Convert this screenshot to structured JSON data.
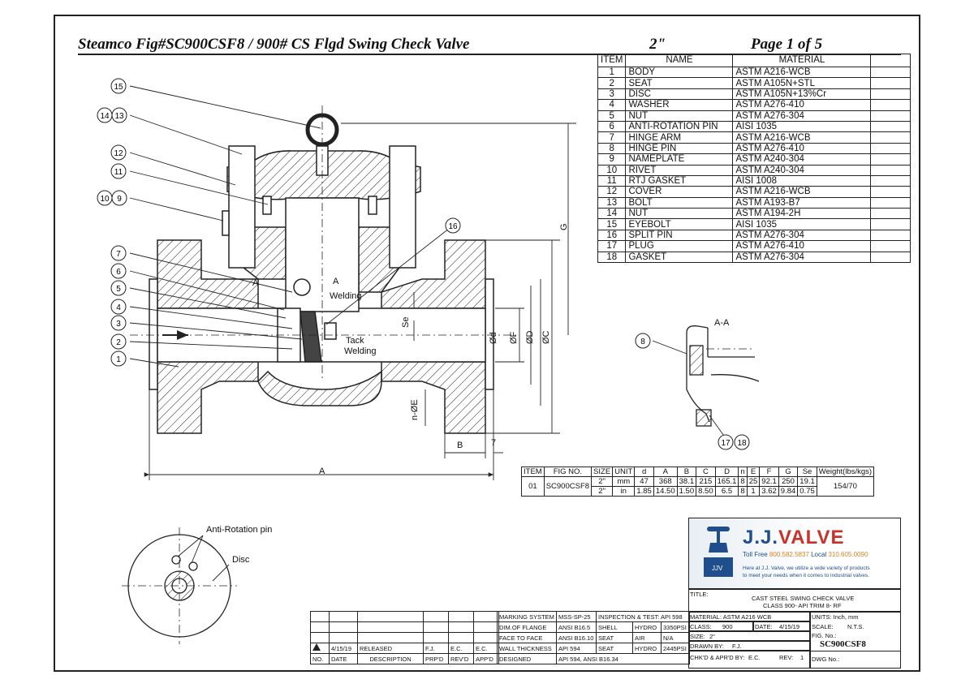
{
  "header": {
    "title": "Steamco Fig#SC900CSF8 / 900# CS Flgd Swing Check Valve",
    "size": "2\"",
    "page": "Page 1 of 5"
  },
  "parts_table": {
    "headers": [
      "ITEM",
      "NAME",
      "MATERIAL"
    ],
    "rows": [
      [
        "1",
        "BODY",
        "ASTM A216-WCB"
      ],
      [
        "2",
        "SEAT",
        "ASTM A105N+STL"
      ],
      [
        "3",
        "DISC",
        "ASTM A105N+13%Cr"
      ],
      [
        "4",
        "WASHER",
        "ASTM A276-410"
      ],
      [
        "5",
        "NUT",
        "ASTM A276-304"
      ],
      [
        "6",
        "ANTI-ROTATION PIN",
        "AISI 1035"
      ],
      [
        "7",
        "HINGE ARM",
        "ASTM A216-WCB"
      ],
      [
        "8",
        "HINGE PIN",
        "ASTM A276-410"
      ],
      [
        "9",
        "NAMEPLATE",
        "ASTM A240-304"
      ],
      [
        "10",
        "RIVET",
        "ASTM A240-304"
      ],
      [
        "11",
        "RTJ GASKET",
        "AISI 1008"
      ],
      [
        "12",
        "COVER",
        "ASTM A216-WCB"
      ],
      [
        "13",
        "BOLT",
        "ASTM A193-B7"
      ],
      [
        "14",
        "NUT",
        "ASTM A194-2H"
      ],
      [
        "15",
        "EYEBOLT",
        "AISI 1035"
      ],
      [
        "16",
        "SPLIT PIN",
        "ASTM A276-304"
      ],
      [
        "17",
        "PLUG",
        "ASTM A276-410"
      ],
      [
        "18",
        "GASKET",
        "ASTM A276-304"
      ]
    ]
  },
  "balloons": {
    "b1": "1",
    "b2": "2",
    "b3": "3",
    "b4": "4",
    "b5": "5",
    "b6": "6",
    "b7": "7",
    "b8": "8",
    "b9": "9",
    "b10": "10",
    "b11": "11",
    "b12": "12",
    "b13": "13",
    "b14": "14",
    "b15": "15",
    "b16": "16",
    "b17": "17",
    "b18": "18"
  },
  "drawing_labels": {
    "a_left": "A",
    "a_top": "A",
    "welding": "Welding",
    "tack": "Tack",
    "tack_welding": "Welding",
    "section": "A-A",
    "dim_d": "Ød",
    "dim_f": "ØF",
    "dim_D": "ØD",
    "dim_C": "ØC",
    "dim_G": "G",
    "dim_se": "Se",
    "dim_ne": "n-ØE",
    "dim_b": "B",
    "dim_7": "7",
    "dim_A": "A",
    "anti_rotation": "Anti-Rotation pin",
    "disc": "Disc"
  },
  "dims_table": {
    "headers": [
      "ITEM",
      "FIG NO.",
      "SIZE",
      "UNIT",
      "d",
      "A",
      "B",
      "C",
      "D",
      "n",
      "E",
      "F",
      "G",
      "Se",
      "Weight(lbs/kgs)"
    ],
    "item": "01",
    "fig": "SC900CSF8",
    "weight": "154/70",
    "rows": [
      [
        "2\"",
        "mm",
        "47",
        "368",
        "38.1",
        "215",
        "165.1",
        "8",
        "25",
        "92.1",
        "250",
        "19.1"
      ],
      [
        "2\"",
        "in",
        "1.85",
        "14.50",
        "1.50",
        "8.50",
        "6.5",
        "8",
        "1",
        "3.62",
        "9.84",
        "0.75"
      ]
    ]
  },
  "logo": {
    "brand_a": "J.J.",
    "brand_b": "VALVE",
    "phone_label": "Toll Free",
    "phone_1": "800.582.5837",
    "local_label": "Local",
    "phone_2": "310.605.0090",
    "tag_1": "Here at J.J. Valve, we utilize a wide variety of products",
    "tag_2": "to meet your needs when it comes to industrial valves."
  },
  "title_block": {
    "title_label": "TITLE:",
    "title_1": "CAST STEEL SWING CHECK VALVE",
    "title_2": "CLASS 900- API TRIM 8- RF",
    "material": "MATERIAL:  ASTM A216 WCB",
    "units": "UNITS:  Inch, mm",
    "class_label": "CLASS:",
    "class_val": "900",
    "date_label": "DATE:",
    "date_val": "4/15/19",
    "scale_label": "SCALE:",
    "scale_val": "N.T.S.",
    "size_label": "SIZE:",
    "size_val": "2\"",
    "fig_label": "FIG. No.:",
    "drawn_label": "DRAWN BY:",
    "drawn_val": "F.J.",
    "fig_val": "SC900CSF8",
    "chkd_label": "CHK'D & APR'D BY:",
    "chkd_val": "E.C.",
    "rev_label": "REV:",
    "rev_val": "1",
    "dwg_label": "DWG No.:"
  },
  "spec_table": [
    [
      "MARKING SYSTEM",
      "MSS-SP-25",
      "INSPECTION & TEST: API 598",
      ""
    ],
    [
      "DIM.OF FLANGE",
      "ANSI B16.5",
      "SHELL",
      "HYDRO",
      "3350PSI"
    ],
    [
      "FACE TO FACE",
      "ANSI B16.10",
      "SEAT",
      "AIR",
      "N/A"
    ],
    [
      "WALL THICKNESS",
      "API 594",
      "SEAT",
      "HYDRO",
      "2445PSI"
    ],
    [
      "DESIGNED",
      "API 594, ANSI B16.34"
    ]
  ],
  "revision": {
    "rev_no": "1",
    "date": "4/15/19",
    "desc": "RELEASED",
    "prpd": "F.J.",
    "revd": "E.C.",
    "apprd": "E.C.",
    "h_no": "NO.",
    "h_date": "DATE",
    "h_desc": "DESCRIPTION",
    "h_prpd": "PRP'D",
    "h_revd": "REV'D",
    "h_apprd": "APP'D"
  }
}
